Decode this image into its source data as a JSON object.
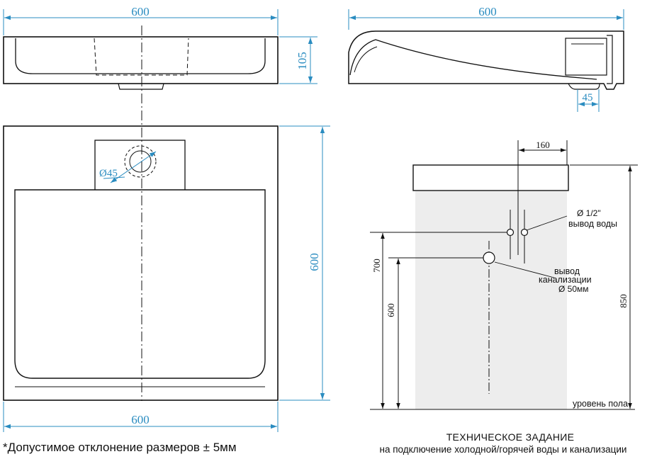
{
  "top_view": {
    "width_label": "600",
    "depth_label": "105"
  },
  "side_view": {
    "width_label": "600",
    "drain_offset_label": "45"
  },
  "plan_view": {
    "width_label": "600",
    "depth_label": "600",
    "hole_label": "Ø45"
  },
  "install": {
    "offset_label": "160",
    "water_pipe_label": "Ø 1/2\"",
    "water_outlet_label": "вывод воды",
    "drain_label_1": "вывод",
    "drain_label_2": "канализации",
    "drain_size_label": "Ø 50мм",
    "water_height_label": "700",
    "drain_height_label": "600",
    "total_height_label": "850",
    "floor_label": "уровень пола"
  },
  "footer": {
    "tolerance_note": "*Допустимое отклонение размеров ± 5мм",
    "spec_title": "ТЕХНИЧЕСКОЕ ЗАДАНИЕ",
    "spec_subtitle": "на подключение холодной/горячей воды и канализации"
  },
  "colors": {
    "dimension": "#2a8cc0",
    "outline": "#111111",
    "wall_shade": "#ededed"
  }
}
